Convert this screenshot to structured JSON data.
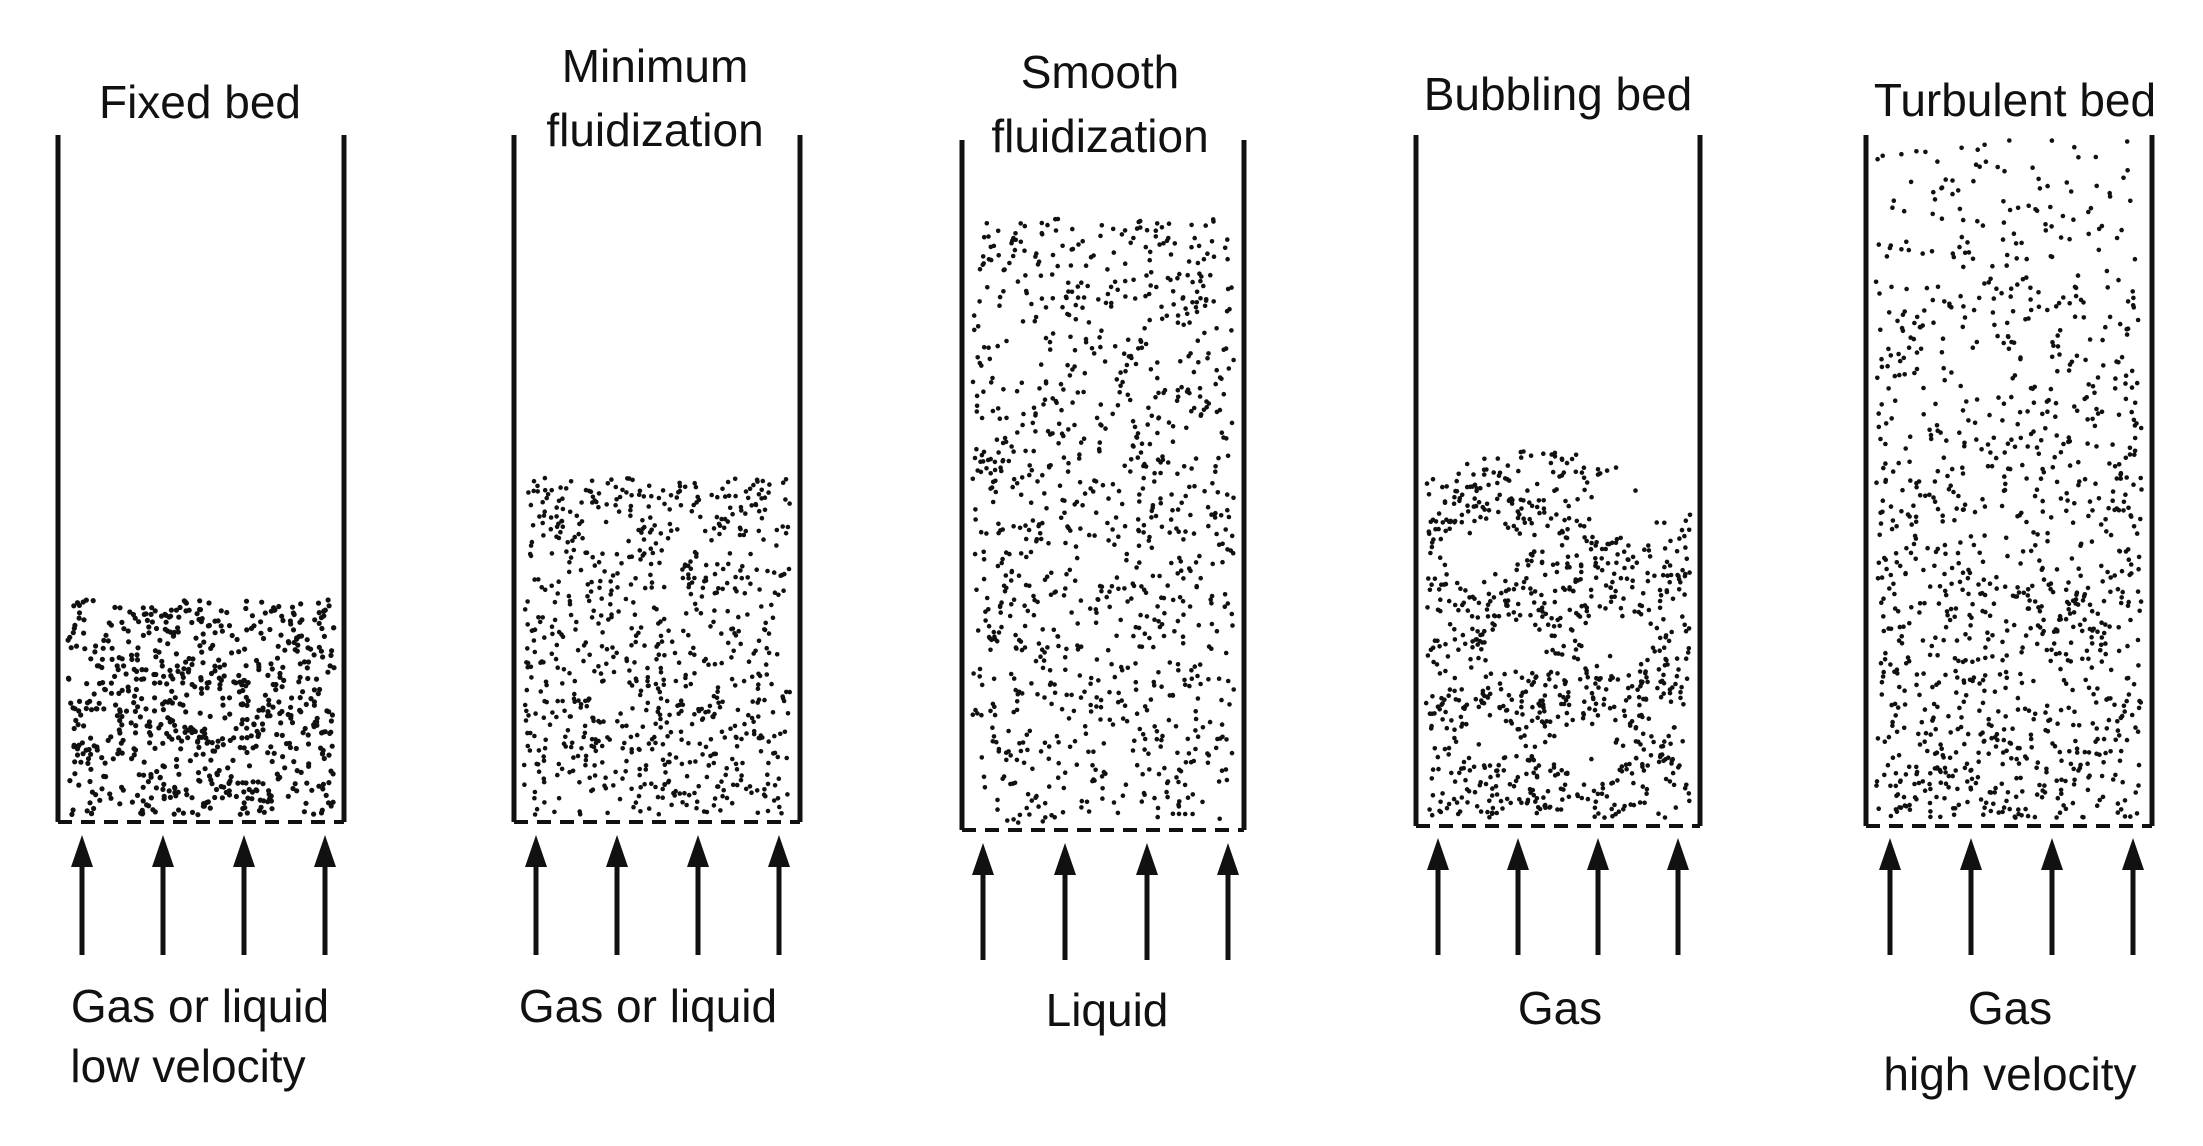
{
  "panels": [
    {
      "id": "fixed",
      "title": [
        "Fixed bed"
      ],
      "flow": [
        "Gas or liquid",
        "low velocity"
      ]
    },
    {
      "id": "minimum",
      "title": [
        "Minimum",
        "fluidization"
      ],
      "flow": [
        "Gas or liquid"
      ]
    },
    {
      "id": "smooth",
      "title": [
        "Smooth",
        "fluidization"
      ],
      "flow": [
        "Liquid"
      ]
    },
    {
      "id": "bubbling",
      "title": [
        "Bubbling bed"
      ],
      "flow": [
        "Gas"
      ]
    },
    {
      "id": "turbulent",
      "title": [
        "Turbulent bed"
      ],
      "flow": [
        "Gas",
        "high velocity"
      ]
    }
  ]
}
